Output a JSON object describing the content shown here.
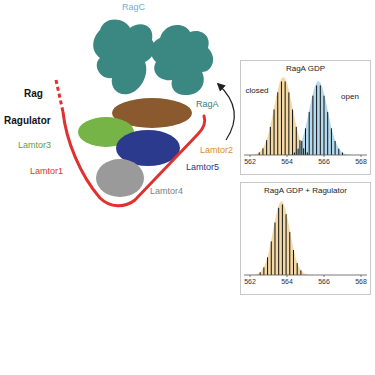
{
  "diagram": {
    "nodes": [
      {
        "text": [
          "RagA GDP"
        ]
      },
      {
        "text": [
          "RagA GDP + Ragulator"
        ]
      }
    ],
    "labels": [
      "RagC",
      "RagA",
      "Rag",
      "Ragulator",
      "Lamtor3",
      "Lamtor2",
      "Lamtor5",
      "Lamtor1",
      "Lamtor4",
      "closed",
      "open",
      "562",
      "564",
      "566",
      "568",
      "562",
      "564",
      "566",
      "568"
    ]
  }
}
